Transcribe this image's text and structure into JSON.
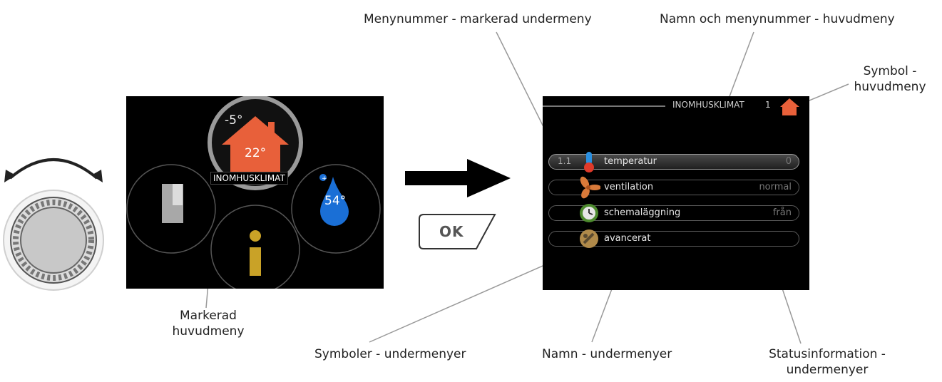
{
  "captions": {
    "menynummer": "Menynummer - markerad undermeny",
    "namn_huvudmeny": "Namn och menynummer - huvudmeny",
    "symbol_line1": "Symbol -",
    "symbol_line2": "huvudmeny",
    "markerad_line1": "Markerad",
    "markerad_line2": "huvudmeny",
    "symboler": "Symboler - undermenyer",
    "namn_undermenyer": "Namn - undermenyer",
    "status_line1": "Statusinformation -",
    "status_line2": "undermenyer"
  },
  "main_screen": {
    "outdoor_temp": "-5°",
    "indoor_temp": "22°",
    "selected_label": "INOMHUSKLIMAT",
    "hot_water_temp": "54°"
  },
  "ok_button": {
    "label": "OK"
  },
  "sub_screen": {
    "title": "INOMHUSKLIMAT",
    "menu_number": "1",
    "rows": [
      {
        "number": "1.1",
        "name": "temperatur",
        "status": "0",
        "icon": "thermometer-icon"
      },
      {
        "number": "",
        "name": "ventilation",
        "status": "normal",
        "icon": "fan-icon"
      },
      {
        "number": "",
        "name": "schemaläggning",
        "status": "från",
        "icon": "clock-icon"
      },
      {
        "number": "",
        "name": "avancerat",
        "status": "",
        "icon": "tools-icon"
      }
    ]
  },
  "colors": {
    "house": "#e8603a",
    "water": "#1a6fd6",
    "info": "#c9a227",
    "screen": "#000000",
    "leader": "#999999"
  }
}
